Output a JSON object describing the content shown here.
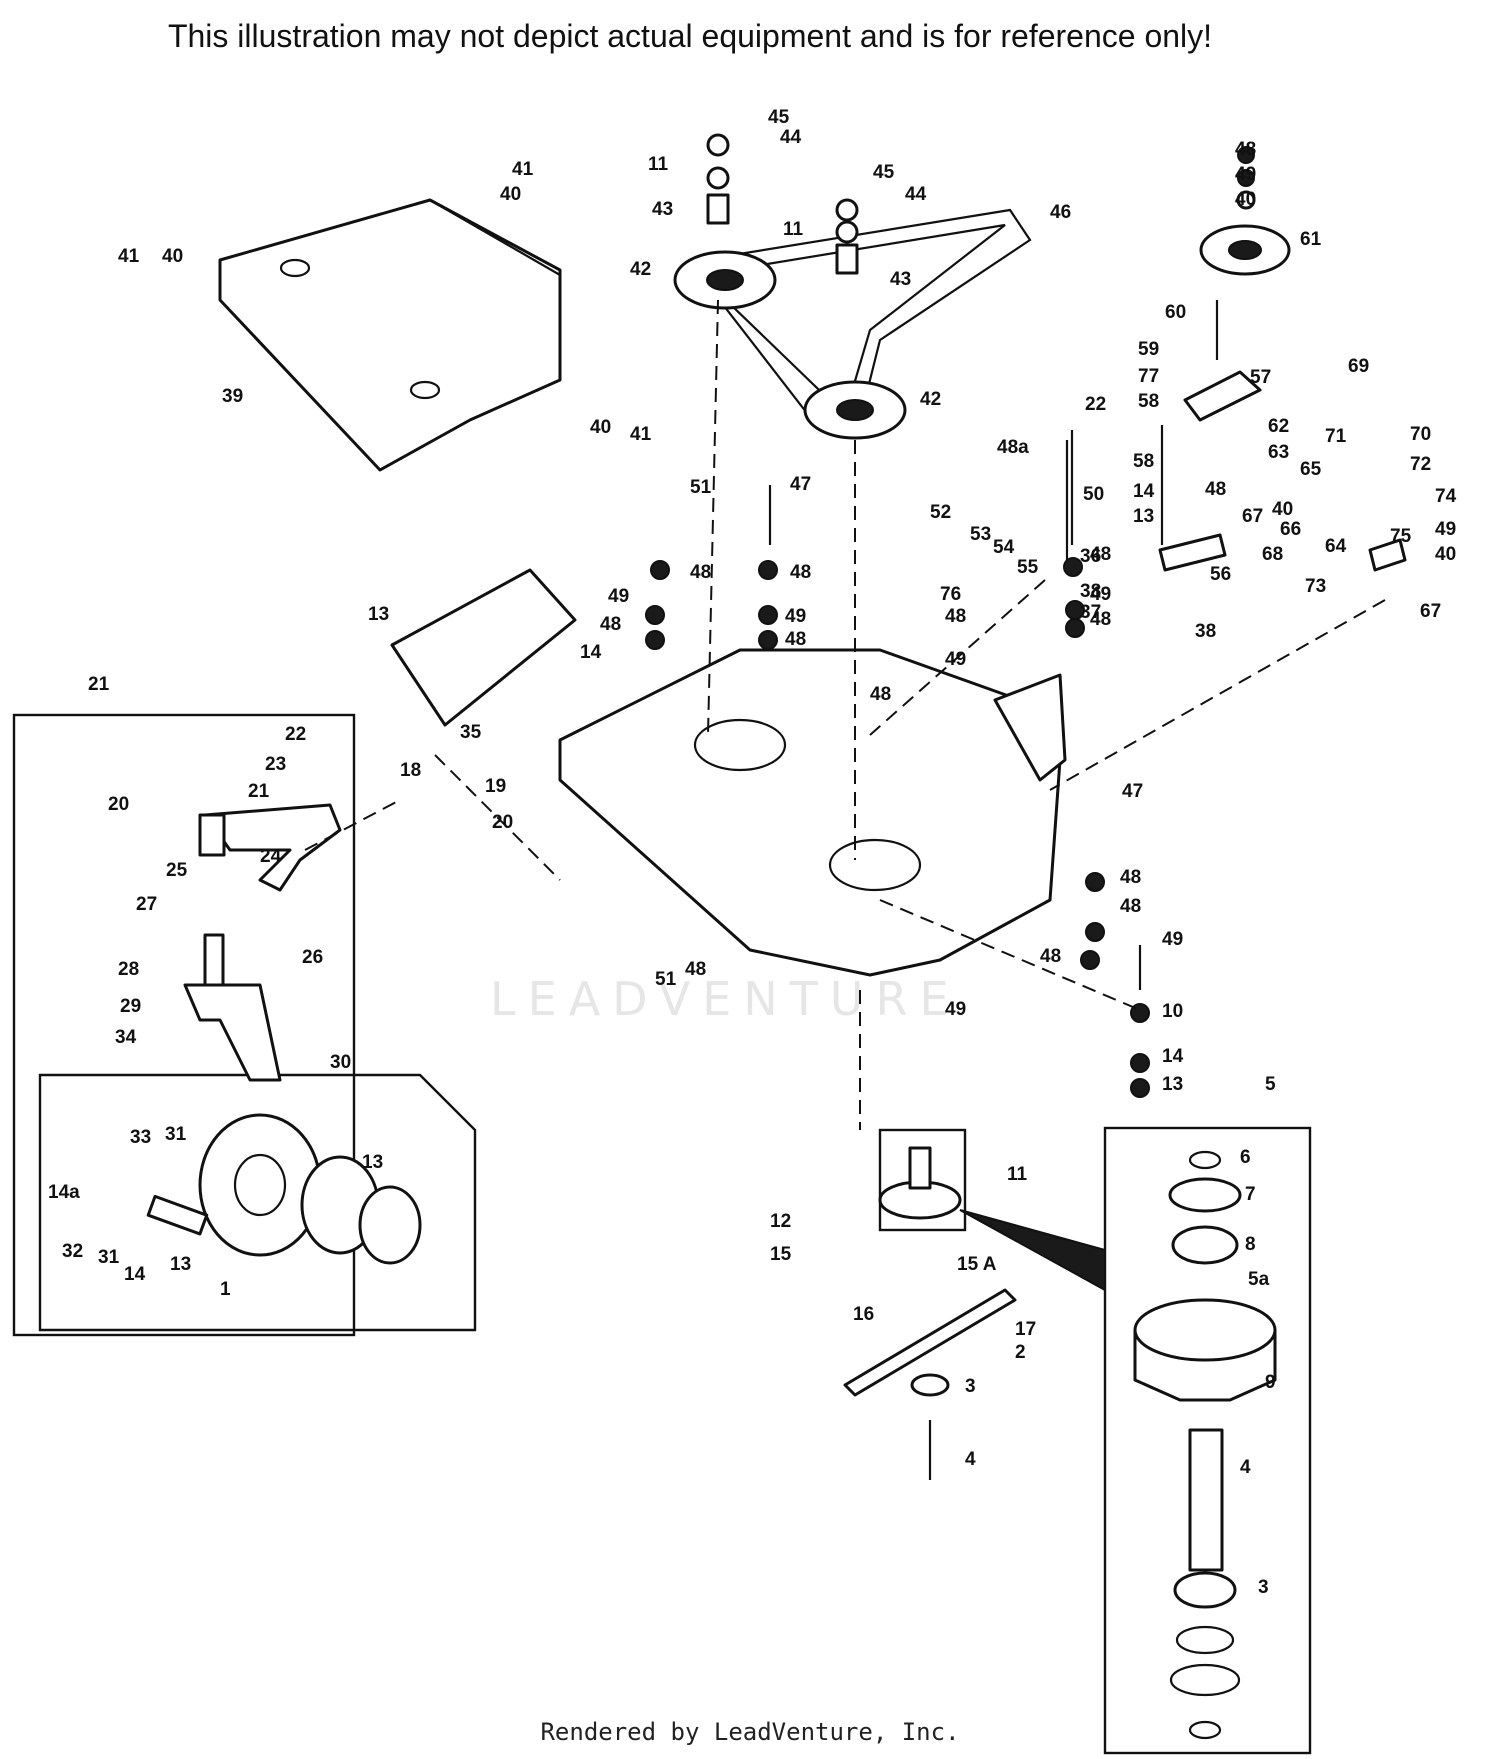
{
  "disclaimer": "This illustration may not depict actual equipment and is for reference only!",
  "footer": "Rendered by LeadVenture, Inc.",
  "watermark": "LEADVENTURE",
  "callouts": [
    {
      "id": "c45a",
      "text": "45"
    },
    {
      "id": "c44a",
      "text": "44"
    },
    {
      "id": "c11a",
      "text": "11"
    },
    {
      "id": "c43a",
      "text": "43"
    },
    {
      "id": "c42a",
      "text": "42"
    },
    {
      "id": "c45b",
      "text": "45"
    },
    {
      "id": "c44b",
      "text": "44"
    },
    {
      "id": "c11b",
      "text": "11"
    },
    {
      "id": "c43b",
      "text": "43"
    },
    {
      "id": "c46",
      "text": "46"
    },
    {
      "id": "c42b",
      "text": "42"
    },
    {
      "id": "c41a",
      "text": "41"
    },
    {
      "id": "c40a",
      "text": "40"
    },
    {
      "id": "c41b",
      "text": "41"
    },
    {
      "id": "c40b",
      "text": "40"
    },
    {
      "id": "c39",
      "text": "39"
    },
    {
      "id": "c40c",
      "text": "40"
    },
    {
      "id": "c41c",
      "text": "41"
    },
    {
      "id": "c48a",
      "text": "48"
    },
    {
      "id": "c49a",
      "text": "49"
    },
    {
      "id": "c40d",
      "text": "40"
    },
    {
      "id": "c61",
      "text": "61"
    },
    {
      "id": "c60",
      "text": "60"
    },
    {
      "id": "c59",
      "text": "59"
    },
    {
      "id": "c57",
      "text": "57"
    },
    {
      "id": "c77",
      "text": "77"
    },
    {
      "id": "c58a",
      "text": "58"
    },
    {
      "id": "c22a",
      "text": "22"
    },
    {
      "id": "c62",
      "text": "62"
    },
    {
      "id": "c63",
      "text": "63"
    },
    {
      "id": "c69",
      "text": "69"
    },
    {
      "id": "c71",
      "text": "71"
    },
    {
      "id": "c70",
      "text": "70"
    },
    {
      "id": "c72",
      "text": "72"
    },
    {
      "id": "c65",
      "text": "65"
    },
    {
      "id": "c58b",
      "text": "58"
    },
    {
      "id": "c48b",
      "text": "48"
    },
    {
      "id": "c14a",
      "text": "14"
    },
    {
      "id": "c13a",
      "text": "13"
    },
    {
      "id": "c40e",
      "text": "40"
    },
    {
      "id": "c67a",
      "text": "67"
    },
    {
      "id": "c66",
      "text": "66"
    },
    {
      "id": "c68",
      "text": "68"
    },
    {
      "id": "c64",
      "text": "64"
    },
    {
      "id": "c75",
      "text": "75"
    },
    {
      "id": "c74",
      "text": "74"
    },
    {
      "id": "c49b",
      "text": "49"
    },
    {
      "id": "c40f",
      "text": "40"
    },
    {
      "id": "c56",
      "text": "56"
    },
    {
      "id": "c73",
      "text": "73"
    },
    {
      "id": "c67b",
      "text": "67"
    },
    {
      "id": "c38a",
      "text": "38"
    },
    {
      "id": "c48c",
      "text": "48a"
    },
    {
      "id": "c50",
      "text": "50"
    },
    {
      "id": "c48d",
      "text": "48"
    },
    {
      "id": "c49c",
      "text": "49"
    },
    {
      "id": "c48e",
      "text": "48"
    },
    {
      "id": "c51a",
      "text": "51"
    },
    {
      "id": "c47a",
      "text": "47"
    },
    {
      "id": "c52",
      "text": "52"
    },
    {
      "id": "c53",
      "text": "53"
    },
    {
      "id": "c54",
      "text": "54"
    },
    {
      "id": "c55",
      "text": "55"
    },
    {
      "id": "c48f",
      "text": "48"
    },
    {
      "id": "c48g",
      "text": "48"
    },
    {
      "id": "c49d",
      "text": "49"
    },
    {
      "id": "c48h",
      "text": "48"
    },
    {
      "id": "c49e",
      "text": "49"
    },
    {
      "id": "c48i",
      "text": "48"
    },
    {
      "id": "c76",
      "text": "76"
    },
    {
      "id": "c48j",
      "text": "48"
    },
    {
      "id": "c49f",
      "text": "49"
    },
    {
      "id": "c48k",
      "text": "48"
    },
    {
      "id": "c36",
      "text": "36"
    },
    {
      "id": "c38b",
      "text": "38"
    },
    {
      "id": "c37",
      "text": "37"
    },
    {
      "id": "c13b",
      "text": "13"
    },
    {
      "id": "c14b",
      "text": "14"
    },
    {
      "id": "c35",
      "text": "35"
    },
    {
      "id": "c18",
      "text": "18"
    },
    {
      "id": "c19",
      "text": "19"
    },
    {
      "id": "c20a",
      "text": "20"
    },
    {
      "id": "c21a",
      "text": "21"
    },
    {
      "id": "c22b",
      "text": "22"
    },
    {
      "id": "c23",
      "text": "23"
    },
    {
      "id": "c21b",
      "text": "21"
    },
    {
      "id": "c20b",
      "text": "20"
    },
    {
      "id": "c24",
      "text": "24"
    },
    {
      "id": "c25",
      "text": "25"
    },
    {
      "id": "c27",
      "text": "27"
    },
    {
      "id": "c28",
      "text": "28"
    },
    {
      "id": "c26",
      "text": "26"
    },
    {
      "id": "c29",
      "text": "29"
    },
    {
      "id": "c34",
      "text": "34"
    },
    {
      "id": "c30",
      "text": "30"
    },
    {
      "id": "c31a",
      "text": "31"
    },
    {
      "id": "c33",
      "text": "33"
    },
    {
      "id": "c13c",
      "text": "13"
    },
    {
      "id": "c14c",
      "text": "14a"
    },
    {
      "id": "c32",
      "text": "32"
    },
    {
      "id": "c31b",
      "text": "31"
    },
    {
      "id": "c14d",
      "text": "14"
    },
    {
      "id": "c13d",
      "text": "13"
    },
    {
      "id": "c1",
      "text": "1"
    },
    {
      "id": "c51b",
      "text": "51"
    },
    {
      "id": "c48l",
      "text": "48"
    },
    {
      "id": "c49g",
      "text": "49"
    },
    {
      "id": "c47b",
      "text": "47"
    },
    {
      "id": "c48m",
      "text": "48"
    },
    {
      "id": "c48n",
      "text": "48"
    },
    {
      "id": "c49h",
      "text": "49"
    },
    {
      "id": "c48o",
      "text": "48"
    },
    {
      "id": "c10",
      "text": "10"
    },
    {
      "id": "c14e",
      "text": "14"
    },
    {
      "id": "c13e",
      "text": "13"
    },
    {
      "id": "c11c",
      "text": "11"
    },
    {
      "id": "c12",
      "text": "12"
    },
    {
      "id": "c15",
      "text": "15"
    },
    {
      "id": "c15a",
      "text": "15 A"
    },
    {
      "id": "c16",
      "text": "16"
    },
    {
      "id": "c17",
      "text": "17"
    },
    {
      "id": "c2",
      "text": "2"
    },
    {
      "id": "c3a",
      "text": "3"
    },
    {
      "id": "c4a",
      "text": "4"
    },
    {
      "id": "c5",
      "text": "5"
    },
    {
      "id": "c6",
      "text": "6"
    },
    {
      "id": "c7",
      "text": "7"
    },
    {
      "id": "c8",
      "text": "8"
    },
    {
      "id": "c5a",
      "text": "5a"
    },
    {
      "id": "c9",
      "text": "9"
    },
    {
      "id": "c4b",
      "text": "4"
    },
    {
      "id": "c3b",
      "text": "3"
    }
  ]
}
